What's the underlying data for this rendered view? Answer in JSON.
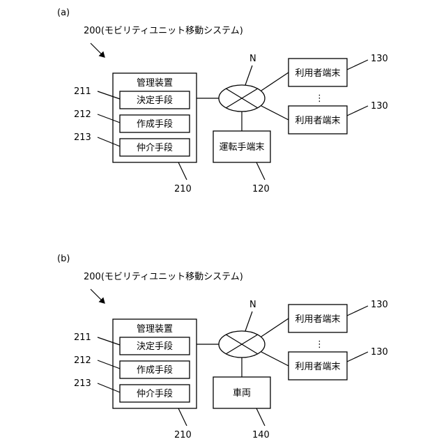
{
  "panels": [
    {
      "panel_label": "(a)",
      "system_label": "200(モビリティユニット移動システム)",
      "server": {
        "title": "管理装置",
        "ref": "210",
        "units": [
          {
            "label": "決定手段",
            "ref": "211"
          },
          {
            "label": "作成手段",
            "ref": "212"
          },
          {
            "label": "仲介手段",
            "ref": "213"
          }
        ]
      },
      "network_label": "N",
      "bottom_device": {
        "label": "運転手端末",
        "ref": "120"
      },
      "user_terminals": [
        {
          "label": "利用者端末",
          "ref": "130"
        },
        {
          "label": "利用者端末",
          "ref": "130"
        }
      ],
      "ellipsis": "⋮"
    },
    {
      "panel_label": "(b)",
      "system_label": "200(モビリティユニット移動システム)",
      "server": {
        "title": "管理装置",
        "ref": "210",
        "units": [
          {
            "label": "決定手段",
            "ref": "211"
          },
          {
            "label": "作成手段",
            "ref": "212"
          },
          {
            "label": "仲介手段",
            "ref": "213"
          }
        ]
      },
      "network_label": "N",
      "bottom_device": {
        "label": "車両",
        "ref": "140"
      },
      "user_terminals": [
        {
          "label": "利用者端末",
          "ref": "130"
        },
        {
          "label": "利用者端末",
          "ref": "130"
        }
      ],
      "ellipsis": "⋮"
    }
  ]
}
